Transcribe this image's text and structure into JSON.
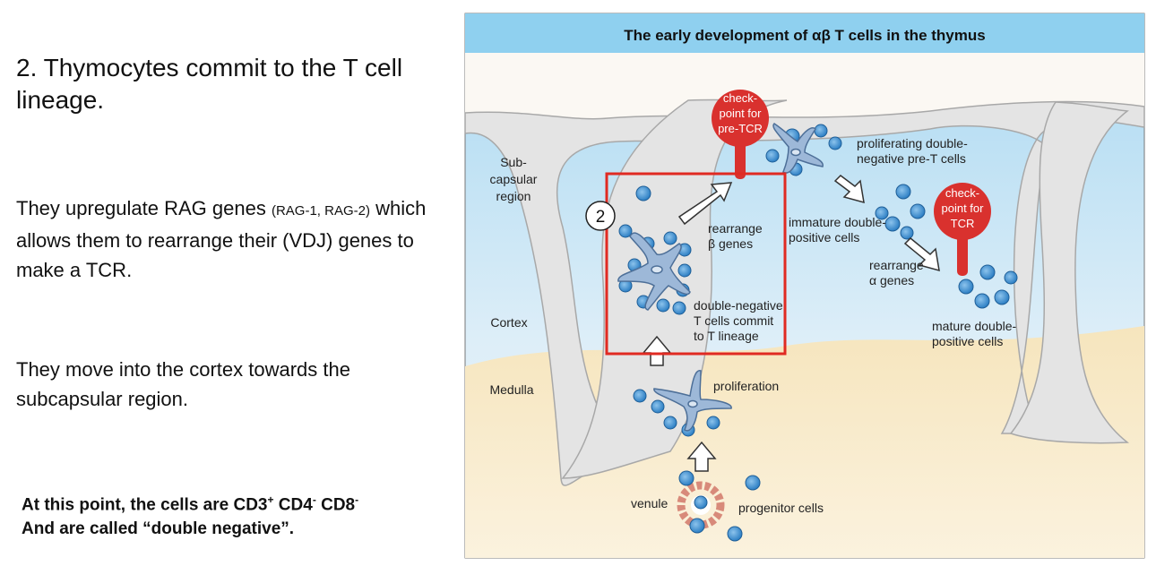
{
  "slide": {
    "heading": "2. Thymocytes commit to the T cell lineage.",
    "para1_main": "They upregulate RAG genes ",
    "para1_small": "(RAG-1, RAG-2)",
    "para1_rest": " which allows them to rearrange their (VDJ) genes to make a TCR.",
    "para2": "They move into the cortex towards the subcapsular region.",
    "note": {
      "line1_a": "At this point, the cells are CD3",
      "sup_plus": "+",
      "line1_b": " CD4",
      "sup_minus1": "-",
      "line1_c": " CD8",
      "sup_minus2": "-",
      "line2": "And are called “double negative”."
    }
  },
  "figure": {
    "title": "The early development of αβ T cells in the thymus",
    "regions": {
      "subcapsular_1": "Sub-",
      "subcapsular_2": "capsular",
      "subcapsular_3": "region",
      "cortex": "Cortex",
      "medulla": "Medulla"
    },
    "checkpoint_pretcr": [
      "check-",
      "point for",
      "pre-TCR"
    ],
    "checkpoint_tcr": [
      "check-",
      "point for",
      "TCR"
    ],
    "step_number": "2",
    "labels": {
      "rearrange_beta_1": "rearrange",
      "rearrange_beta_2": "β genes",
      "dn_commit_1": "double-negative",
      "dn_commit_2": "T cells commit",
      "dn_commit_3": "to T lineage",
      "proliferating_1": "proliferating double-",
      "proliferating_2": "negative pre-T cells",
      "immature_1": "immature double-",
      "immature_2": "positive cells",
      "rearrange_alpha_1": "rearrange",
      "rearrange_alpha_2": "α genes",
      "mature_1": "mature double-",
      "mature_2": "positive cells",
      "proliferation": "proliferation",
      "venule": "venule",
      "progenitor": "progenitor cells"
    },
    "colors": {
      "title_band": "#8fd0ef",
      "cortex": "#cfe6f3",
      "medulla": "#f7e6c0",
      "trabecula": "#e4e4e4",
      "checkpoint": "#d9312e",
      "highlight_box": "#e02a22",
      "cell": "#3d8fd0",
      "stromal": "#9db8d8"
    }
  }
}
